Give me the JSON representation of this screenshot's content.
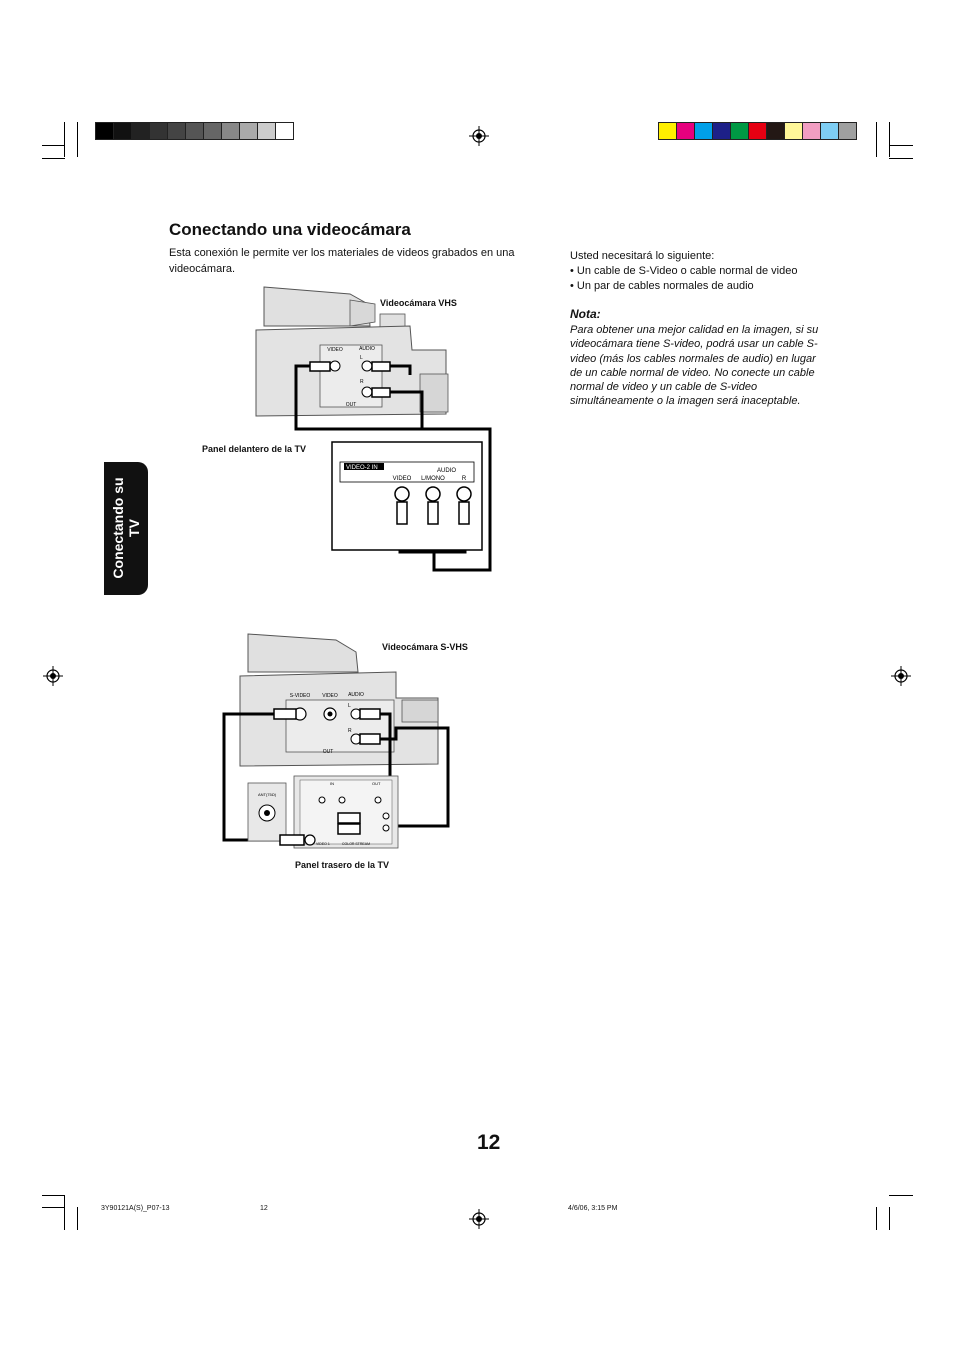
{
  "calibration": {
    "gray_bar": [
      "#000000",
      "#111111",
      "#222222",
      "#333333",
      "#444444",
      "#555555",
      "#666666",
      "#888888",
      "#aaaaaa",
      "#cccccc",
      "#ffffff"
    ],
    "color_bar": [
      "#ffef00",
      "#e6007e",
      "#00a0e9",
      "#1d2088",
      "#009944",
      "#e60012",
      "#231815",
      "#fff799",
      "#f19ec2",
      "#7ecef4",
      "#9fa0a0"
    ]
  },
  "side_tab": {
    "line1": "Conectando su",
    "line2": "TV"
  },
  "header": {
    "title": "Conectando una videocámara"
  },
  "intro": "Esta conexión le permite ver los materiales de videos grabados en una videocámara.",
  "requirements": {
    "heading": "Usted necesitará lo siguiente:",
    "items": [
      "• Un cable de S-Video o cable normal de video",
      "• Un par de cables normales de audio"
    ]
  },
  "nota": {
    "heading": "Nota:",
    "text": "Para obtener una mejor calidad en la imagen, si su videocámara tiene S-video, podrá usar un cable S-video (más los cables normales de audio) en lugar de un cable normal de video. No conecte un cable normal de video y un cable de S-video simultáneamente o la imagen será inaceptable."
  },
  "diagram1": {
    "camera_label": "Videocámara VHS",
    "panel_label": "Panel delantero de la TV",
    "cam_video": "VIDEO",
    "cam_audio": "AUDIO",
    "cam_l": "L",
    "cam_r": "R",
    "cam_out": "OUT",
    "tv_input": "VIDEO-2 IN",
    "tv_audio": "AUDIO",
    "tv_video": "VIDEO",
    "tv_lmono": "L/MONO",
    "tv_r": "R"
  },
  "diagram2": {
    "camera_label": "Videocámara S-VHS",
    "panel_label": "Panel trasero de la TV",
    "cam_svideo": "S-VIDEO",
    "cam_video": "VIDEO",
    "cam_audio": "AUDIO",
    "cam_l": "L",
    "cam_r": "R",
    "cam_out": "OUT",
    "tv_in": "IN",
    "tv_out": "OUT",
    "tv_ant": "ANT(75Ω)",
    "tv_video1": "VIDEO 1",
    "tv_color_stream": "COLOR STREAM"
  },
  "page_number": "12",
  "footer": {
    "left": "3Y90121A(S)_P07-13",
    "middle": "12",
    "right": "4/6/06, 3:15 PM"
  }
}
